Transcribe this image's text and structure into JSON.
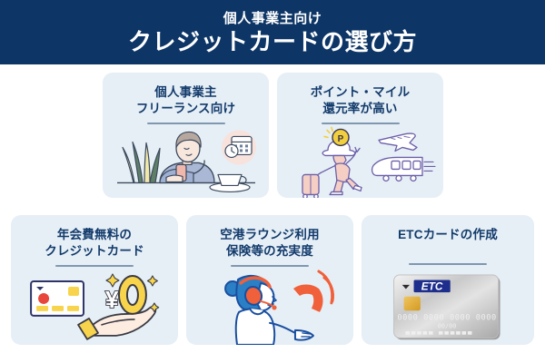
{
  "header": {
    "subtitle": "個人事業主向け",
    "title": "クレジットカードの選び方",
    "bg_color": "#0d3566",
    "text_color": "#ffffff"
  },
  "theme": {
    "card_bg": "#e6eff6",
    "card_title_color": "#123a6b",
    "rule_color": "#8097b0",
    "page_bg": "#ffffff"
  },
  "cards": [
    {
      "id": "freelance",
      "title_line1": "個人事業主",
      "title_line2": "フリーランス向け",
      "illustration": "woman-at-desk-with-phone-and-calendar"
    },
    {
      "id": "points",
      "title_line1": "ポイント・マイル",
      "title_line2": "還元率が高い",
      "illustration": "traveler-with-suitcase-airplane-train-point-badge",
      "badge_label": "P"
    },
    {
      "id": "annualfee",
      "title_line1": "年会費無料の",
      "title_line2": "クレジットカード",
      "illustration": "hand-holding-yen-zero-with-credit-card",
      "amount_label": "¥0"
    },
    {
      "id": "lounge",
      "title_line1": "空港ラウンジ利用",
      "title_line2": "保険等の充実度",
      "illustration": "support-operator-with-headset-and-phone"
    },
    {
      "id": "etc",
      "title_line1": "ETCカードの作成",
      "title_line2": "",
      "illustration": "silver-etc-card",
      "card_brand": "ETC",
      "card_number": "0000 0000 0000 0000",
      "card_expiry": "00/00"
    }
  ]
}
